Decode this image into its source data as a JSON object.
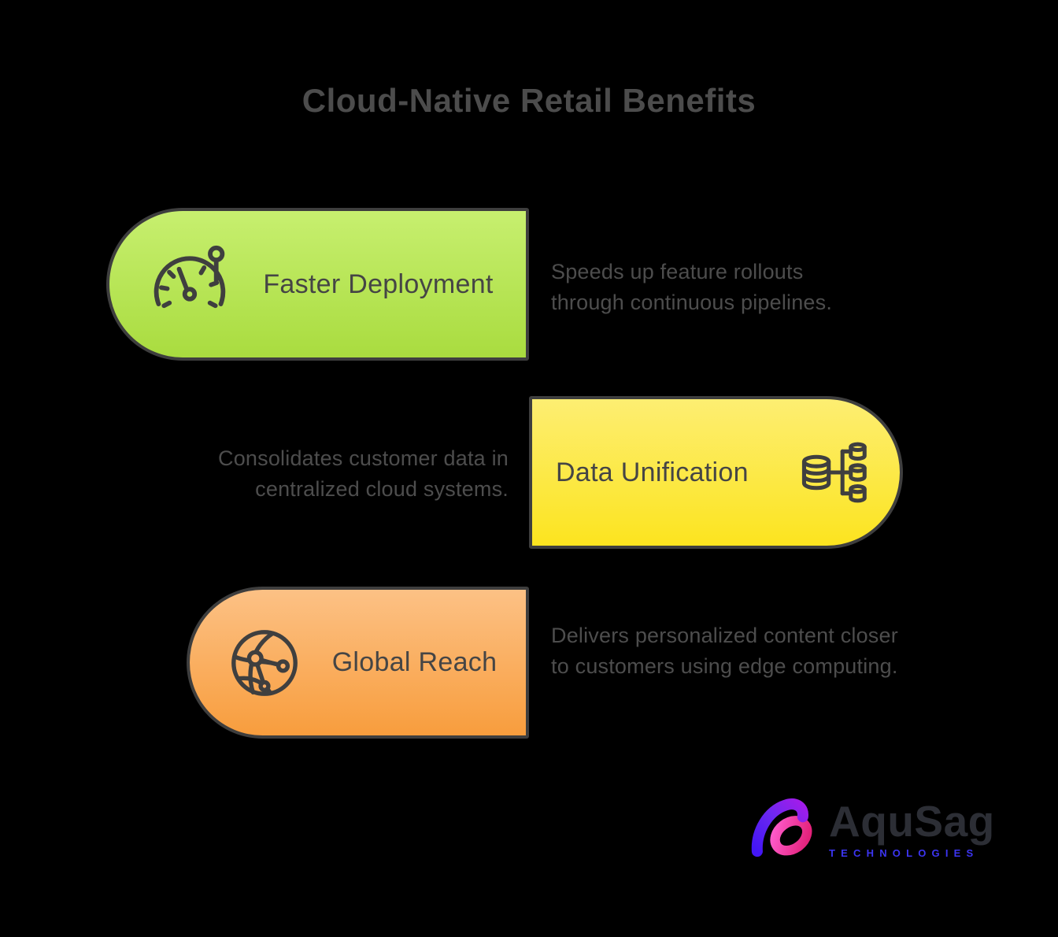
{
  "title": "Cloud-Native Retail Benefits",
  "cards": [
    {
      "label": "Faster Deployment",
      "description": "Speeds up feature rollouts through continuous pipelines.",
      "icon": "speedometer-icon",
      "gradient_top": "#c7ef6f",
      "gradient_bottom": "#a9dc3f"
    },
    {
      "label": "Data Unification",
      "description": "Consolidates customer data in centralized cloud systems.",
      "icon": "database-tree-icon",
      "gradient_top": "#fdee72",
      "gradient_bottom": "#fce41f"
    },
    {
      "label": "Global Reach",
      "description": "Delivers personalized content closer to customers using edge computing.",
      "icon": "globe-network-icon",
      "gradient_top": "#fcc185",
      "gradient_bottom": "#f89d3d"
    }
  ],
  "brand": {
    "name": "AquSag",
    "tagline": "TECHNOLOGIES",
    "mark": "aqusag-logo-mark",
    "name_color": "#2c2e35",
    "tagline_color": "#3c35f2"
  },
  "colors": {
    "background": "#000000",
    "card_border": "#3e3e3e",
    "title_text": "#4c4c4c",
    "card_text": "#454545",
    "description_text": "#4d4d4d",
    "icon_stroke": "#3f3f3f"
  }
}
